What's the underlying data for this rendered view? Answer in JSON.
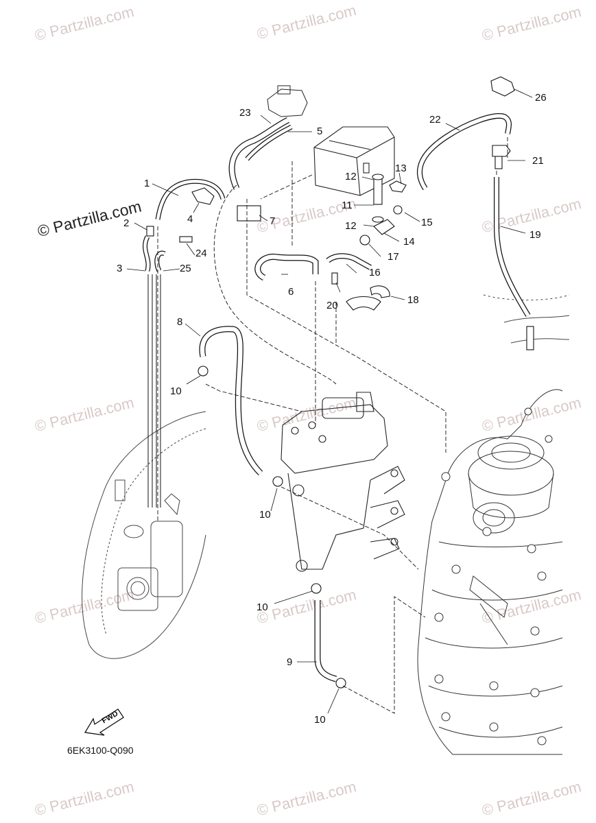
{
  "watermark": {
    "text": "© Partzilla.com",
    "prominent_text": "© Partzilla.com"
  },
  "diagram_code": "6EK3100-Q090",
  "direction_label": "FWD",
  "callouts": [
    {
      "id": "c1",
      "label": "1"
    },
    {
      "id": "c2",
      "label": "2"
    },
    {
      "id": "c3",
      "label": "3"
    },
    {
      "id": "c4",
      "label": "4"
    },
    {
      "id": "c5",
      "label": "5"
    },
    {
      "id": "c6",
      "label": "6"
    },
    {
      "id": "c7",
      "label": "7"
    },
    {
      "id": "c8",
      "label": "8"
    },
    {
      "id": "c9",
      "label": "9"
    },
    {
      "id": "c10a",
      "label": "10"
    },
    {
      "id": "c10b",
      "label": "10"
    },
    {
      "id": "c10c",
      "label": "10"
    },
    {
      "id": "c10d",
      "label": "10"
    },
    {
      "id": "c11",
      "label": "11"
    },
    {
      "id": "c12a",
      "label": "12"
    },
    {
      "id": "c12b",
      "label": "12"
    },
    {
      "id": "c13",
      "label": "13"
    },
    {
      "id": "c14",
      "label": "14"
    },
    {
      "id": "c15",
      "label": "15"
    },
    {
      "id": "c16",
      "label": "16"
    },
    {
      "id": "c17",
      "label": "17"
    },
    {
      "id": "c18",
      "label": "18"
    },
    {
      "id": "c19",
      "label": "19"
    },
    {
      "id": "c20",
      "label": "20"
    },
    {
      "id": "c21",
      "label": "21"
    },
    {
      "id": "c22",
      "label": "22"
    },
    {
      "id": "c23",
      "label": "23"
    },
    {
      "id": "c24",
      "label": "24"
    },
    {
      "id": "c25",
      "label": "25"
    },
    {
      "id": "c26",
      "label": "26"
    }
  ]
}
